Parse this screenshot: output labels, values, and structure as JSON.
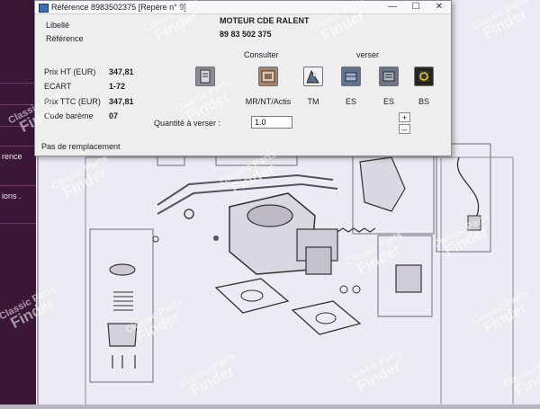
{
  "window": {
    "title": "Référence 8983502375 [Repère n° 9]",
    "controls": {
      "minimize": "—",
      "maximize": "☐",
      "close": "✕"
    }
  },
  "details": {
    "libelle_label": "Libellé",
    "libelle_value": "MOTEUR CDE RALENT",
    "reference_label": "Référence",
    "reference_value": "89 83 502 375"
  },
  "pricing": {
    "prix_ht_label": "Prix HT (EUR)",
    "prix_ht_value": "347,81",
    "ecart_label": "ECART",
    "ecart_value": "1-72",
    "ttc_label": "Prix TTC (EUR)",
    "ttc_value": "347,81",
    "code_label": "Code barème",
    "code_value": "07"
  },
  "sections": {
    "consulter": "Consulter",
    "verser": "verser"
  },
  "actions": [
    {
      "label": "",
      "icon": "document-icon"
    },
    {
      "label": "MR/NT/Actis",
      "icon": "catalog-icon"
    },
    {
      "label": "TM",
      "icon": "time-icon"
    },
    {
      "label": "ES",
      "icon": "cart-icon"
    },
    {
      "label": "ES",
      "icon": "basket-icon"
    },
    {
      "label": "BS",
      "icon": "bs-icon"
    }
  ],
  "quantity": {
    "label": "Quantité à verser :",
    "value": "1.0",
    "plus": "+",
    "minus": "–"
  },
  "status": {
    "remplacement": "Pas de remplacement"
  },
  "nav_strip": {
    "items": [
      "",
      "",
      "",
      "",
      "",
      "rence",
      "",
      "ions .",
      "",
      ""
    ]
  },
  "watermark": {
    "line1": "Classic Parts",
    "line2": "Finder"
  },
  "colors": {
    "window_bg": "#eeeeef",
    "nav_bg": "#3a1737",
    "sheet_bg": "#eceaf2"
  }
}
